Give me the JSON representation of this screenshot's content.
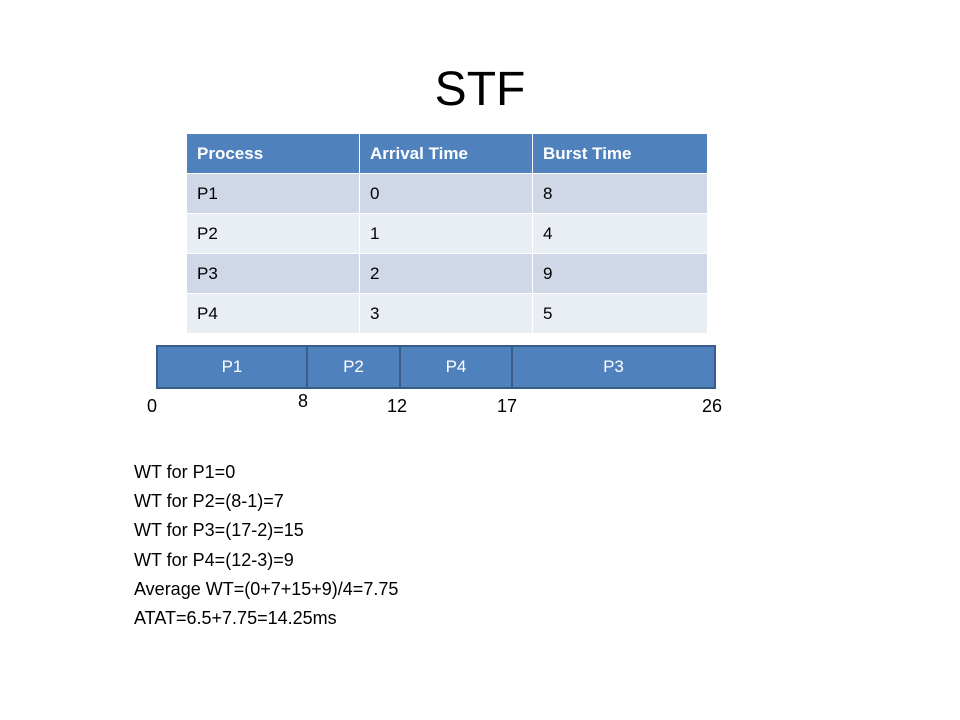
{
  "slide": {
    "title": "STF"
  },
  "table": {
    "headers": [
      "Process",
      "Arrival Time",
      "Burst Time"
    ],
    "rows": [
      [
        "P1",
        "0",
        "8"
      ],
      [
        "P2",
        "1",
        "4"
      ],
      [
        "P3",
        "2",
        "9"
      ],
      [
        "P4",
        "3",
        "5"
      ]
    ]
  },
  "gantt": {
    "segments": [
      {
        "label": "P1",
        "start": 0,
        "end": 8
      },
      {
        "label": "P2",
        "start": 8,
        "end": 12
      },
      {
        "label": "P4",
        "start": 12,
        "end": 17
      },
      {
        "label": "P3",
        "start": 17,
        "end": 26
      }
    ],
    "ticks": [
      "0",
      "8",
      "12",
      "17",
      "26"
    ]
  },
  "notes": [
    "WT for P1=0",
    "WT for P2=(8-1)=7",
    "WT for P3=(17-2)=15",
    "WT for P4=(12-3)=9",
    "Average WT=(0+7+15+9)/4=7.75",
    "ATAT=6.5+7.75=14.25ms"
  ]
}
